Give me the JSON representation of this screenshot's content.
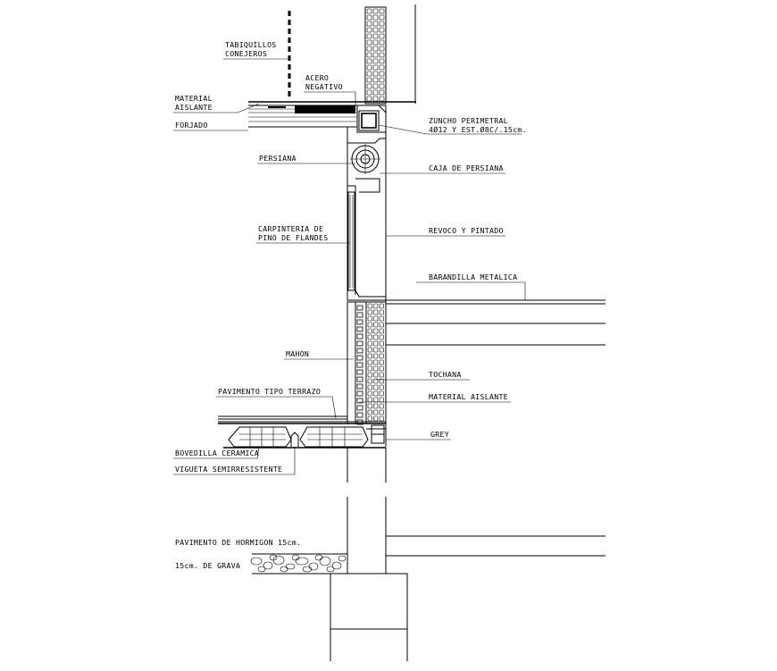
{
  "labels": {
    "tabiquillos": [
      "TABIQUILLOS",
      "CONEJEROS"
    ],
    "acero": [
      "ACERO",
      "NEGATIVO"
    ],
    "material_aislante_top": [
      "MATERIAL",
      "AISLANTE"
    ],
    "forjado": "FORJADO",
    "zuncho": [
      "ZUNCHO PERIMETRAL",
      "4Ø12 Y EST.Ø8C/.15cm."
    ],
    "persiana": "PERSIANA",
    "caja_persiana": "CAJA DE PERSIANA",
    "carpinteria": [
      "CARPINTERIA DE",
      "PINO DE FLANDES"
    ],
    "revoco": "REVOCO Y PINTADO",
    "barandilla": "BARANDILLA METALICA",
    "mahon": "MAHON",
    "tochana": "TOCHANA",
    "pavimento_terrazo": "PAVIMENTO TIPO TERRAZO",
    "material_aislante_bottom": "MATERIAL AISLANTE",
    "grey": "GREY",
    "bovedilla": "BOVEDILLA CERAMICA",
    "vigueta": "VIGUETA SEMIRRESISTENTE",
    "pavimento_hormigon": "PAVIMENTO DE HORMIGON 15cm.",
    "grava": "15cm. DE GRAVA"
  }
}
